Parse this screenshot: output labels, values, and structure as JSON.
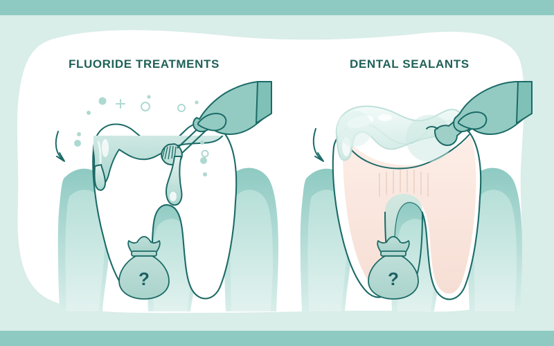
{
  "poster": {
    "type": "dental-comparison-infographic",
    "background_color": "#d9ede9",
    "band_color": "#8ecac2",
    "card_color": "#ffffff",
    "outline_color": "#1b6a66",
    "title_color": "#1f6159",
    "gum_color_light": "#bfe3dc",
    "gum_color_dark": "#8ecac2",
    "dentin_color": "#fbeae2",
    "gel_color": "#cfe8e2"
  },
  "panels": [
    {
      "id": "fluoride",
      "title": "FLUORIDE TREATMENTS",
      "tooth": "molar-with-gel-coating",
      "instrument": "gloved-hand-holding-applicator-brush",
      "arrow": "curved-arrow-pointing-to-tooth",
      "decorations": [
        "dot",
        "dot",
        "dot",
        "plus",
        "circle-outline",
        "circle-outline",
        "dot",
        "dot",
        "dot",
        "circle-outline"
      ],
      "money_bag": {
        "symbol": "?",
        "label": "cost-unknown"
      }
    },
    {
      "id": "sealants",
      "title": "DENTAL SEALANTS",
      "tooth": "molar-cross-section-with-sealant-coating",
      "instrument": "gloved-hand-holding-sealant-dispenser",
      "arrow": "curved-arrow-pointing-to-tooth",
      "decorations": [],
      "money_bag": {
        "symbol": "?",
        "label": "cost-unknown"
      }
    }
  ]
}
